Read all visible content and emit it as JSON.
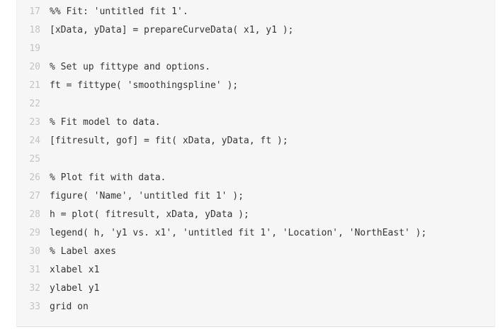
{
  "code_block": {
    "lines": [
      {
        "number": "17",
        "text": "%% Fit: 'untitled fit 1'."
      },
      {
        "number": "18",
        "text": "[xData, yData] = prepareCurveData( x1, y1 );"
      },
      {
        "number": "19",
        "text": ""
      },
      {
        "number": "20",
        "text": "% Set up fittype and options."
      },
      {
        "number": "21",
        "text": "ft = fittype( 'smoothingspline' );"
      },
      {
        "number": "22",
        "text": ""
      },
      {
        "number": "23",
        "text": "% Fit model to data."
      },
      {
        "number": "24",
        "text": "[fitresult, gof] = fit( xData, yData, ft );"
      },
      {
        "number": "25",
        "text": ""
      },
      {
        "number": "26",
        "text": "% Plot fit with data."
      },
      {
        "number": "27",
        "text": "figure( 'Name', 'untitled fit 1' );"
      },
      {
        "number": "28",
        "text": "h = plot( fitresult, xData, yData );"
      },
      {
        "number": "29",
        "text": "legend( h, 'y1 vs. x1', 'untitled fit 1', 'Location', 'NorthEast' );"
      },
      {
        "number": "30",
        "text": "% Label axes"
      },
      {
        "number": "31",
        "text": "xlabel x1"
      },
      {
        "number": "32",
        "text": "ylabel y1"
      },
      {
        "number": "33",
        "text": "grid on"
      }
    ]
  }
}
